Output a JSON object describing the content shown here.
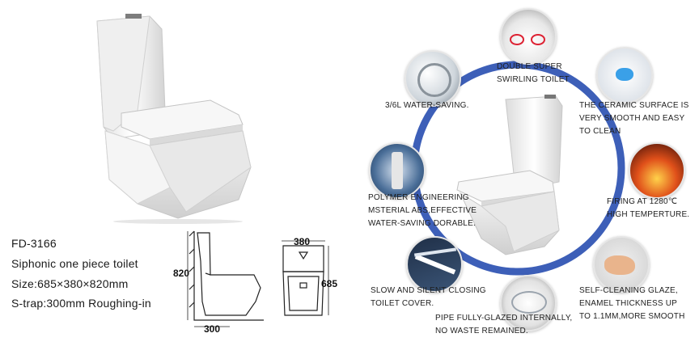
{
  "product": {
    "model": "FD-3166",
    "name": "Siphonic   one   piece   toilet",
    "size": "Size:685×380×820mm",
    "trap": "S-trap:300mm   Roughing-in"
  },
  "dimensions": {
    "height": "820",
    "depth": "300",
    "width": "380",
    "length": "685"
  },
  "features": {
    "swirl": "DOUBLE SUPER\nSWIRLING TOILET",
    "water_saving": "3/6L WATER-SAVING.",
    "ceramic": "THE CERAMIC SURFACE IS\nVERY SMOOTH AND EASY\nTO CLEAN",
    "polymer": "POLYMER ENGINEERING\nMSTERIAL ABS,EFFECTIVE\nWATER-SAVING DORABLE.",
    "firing": "FIRING AT 1280℃\nHIGH TEMPERTURE.",
    "closing": "SLOW AND SILENT CLOSING\nTOILET COVER.",
    "glaze": "SELF-CLEANING GLAZE,\nENAMEL THICKNESS UP\nTO 1.1mm,MORE SMOOTH",
    "pipe": "PIPE FULLY-GLAZED INTERNALLY,\nNO WASTE REMAINED."
  },
  "colors": {
    "ring": "#3d5fb8",
    "porcelain": "#f4f4f4",
    "fire": "#e0501a",
    "glaze_blue": "#3aa0e8"
  }
}
